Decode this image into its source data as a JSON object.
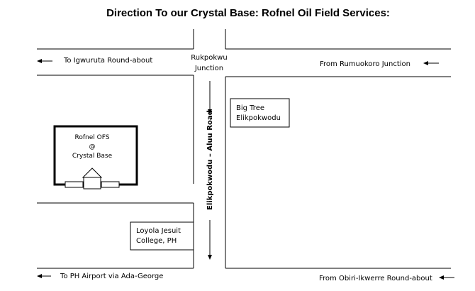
{
  "title": "Direction To our Crystal Base: Rofnel Oil Field Services:",
  "junction": {
    "line1": "Rukpokwu",
    "line2": "Junction"
  },
  "road_left_top": "To Igwuruta Round-about",
  "road_right_top": "From Rumuokoro Junction",
  "road_left_bottom": "To PH Airport via Ada-George",
  "road_right_bottom": "From Obiri-Ikwerre Round-about",
  "vertical_road": "Elikpokwodu – Aluu Road",
  "landmarks": {
    "big_tree": {
      "line1": "Big Tree",
      "line2": "Elikpokwodu"
    },
    "loyola": {
      "line1": "Loyola Jesuit",
      "line2": "College, PH"
    }
  },
  "base": {
    "line1": "Rofnel OFS",
    "line2": "@",
    "line3": "Crystal Base"
  }
}
